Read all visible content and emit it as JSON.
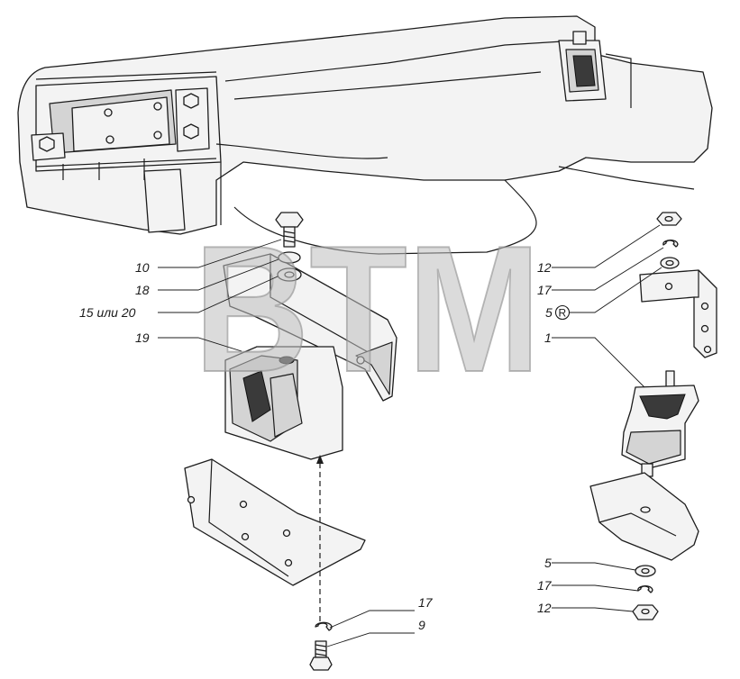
{
  "watermark": "BTM",
  "callouts": [
    {
      "id": "lbl-10",
      "text": "10"
    },
    {
      "id": "lbl-18",
      "text": "18"
    },
    {
      "id": "lbl-15-20",
      "text": "15 или 20"
    },
    {
      "id": "lbl-19",
      "text": "19"
    },
    {
      "id": "lbl-12-top",
      "text": "12"
    },
    {
      "id": "lbl-17-top",
      "text": "17"
    },
    {
      "id": "lbl-5-top",
      "text": "5"
    },
    {
      "id": "lbl-1",
      "text": "1"
    },
    {
      "id": "lbl-5-bottom",
      "text": "5"
    },
    {
      "id": "lbl-17-bottom-right",
      "text": "17"
    },
    {
      "id": "lbl-12-bottom",
      "text": "12"
    },
    {
      "id": "lbl-17-bottom-left",
      "text": "17"
    },
    {
      "id": "lbl-9",
      "text": "9"
    }
  ],
  "registered_mark": "R"
}
